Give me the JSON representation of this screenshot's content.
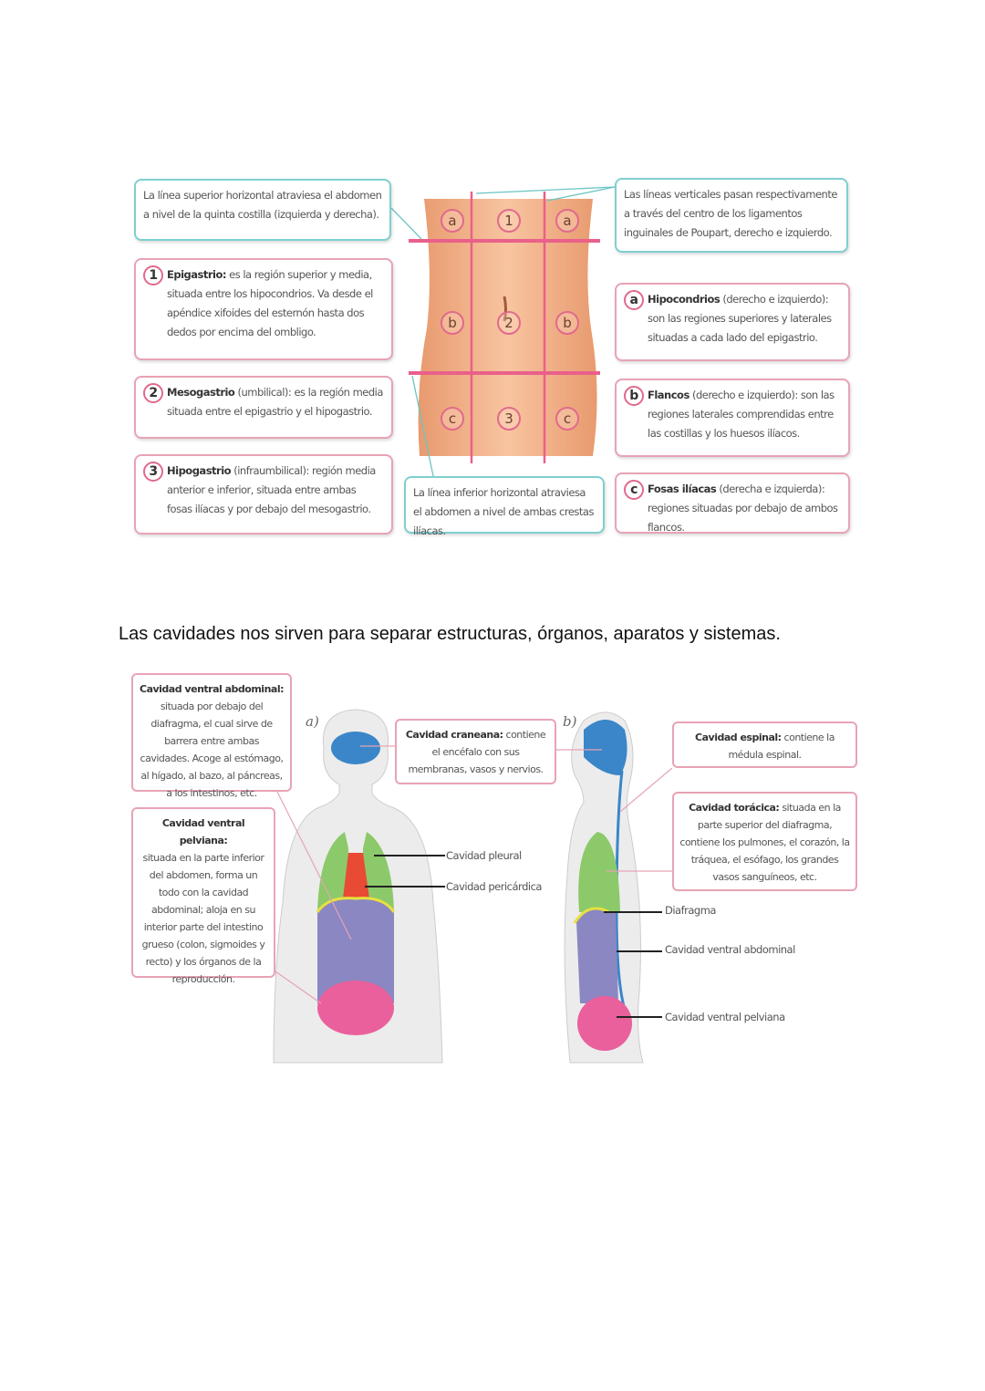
{
  "regions": {
    "upper_line_note": "La línea superior horizontal atraviesa el abdomen a nivel de la quinta costilla (izquierda y derecha).",
    "vertical_lines_note": "Las líneas verticales pasan respectivamente a través del centro de los ligamentos inguinales de Poupart, derecho e izquierdo.",
    "lower_line_note": "La línea inferior horizontal atraviesa el abdomen a nivel de ambas crestas ilíacas.",
    "left": [
      {
        "marker": "1",
        "term": "Epigastrio:",
        "desc": " es la región superior y media, situada entre los hipocondrios. Va desde el apéndice xifoides del esternón hasta dos dedos por encima del ombligo."
      },
      {
        "marker": "2",
        "term": "Mesogastrio",
        "desc": " (umbilical): es la región media situada entre el epigastrio y el hipogastrio."
      },
      {
        "marker": "3",
        "term": "Hipogastrio",
        "desc": " (infraumbilical): región media anterior e inferior, situada entre ambas fosas ilíacas y por debajo del mesogastrio."
      }
    ],
    "right": [
      {
        "marker": "a",
        "term": "Hipocondrios",
        "desc": " (derecho e izquierdo): son las regiones superiores y laterales situadas a cada lado del epigastrio."
      },
      {
        "marker": "b",
        "term": "Flancos",
        "desc": " (derecho e izquierdo): son las regiones laterales comprendidas entre las costillas y los huesos ilíacos."
      },
      {
        "marker": "c",
        "term": "Fosas ilíacas",
        "desc": " (derecha e izquierda): regiones situadas por debajo de ambos flancos."
      }
    ],
    "grid_labels": [
      "a",
      "1",
      "a",
      "b",
      "2",
      "b",
      "c",
      "3",
      "c"
    ]
  },
  "sentence": "Las cavidades nos sirven para separar estructuras, órganos, aparatos y sistemas.",
  "cavities": {
    "fig_a": "a)",
    "fig_b": "b)",
    "abdominal": {
      "term": "Cavidad ventral abdominal:",
      "desc": "situada por debajo del diafragma, el cual sirve de barrera entre ambas cavidades. Acoge al estómago, al hígado, al bazo, al páncreas, a los intestinos, etc."
    },
    "pelviana": {
      "term": "Cavidad ventral pelviana:",
      "desc": "situada en la parte inferior del abdomen, forma un todo con la cavidad abdominal; aloja en su interior parte del intestino grueso (colon, sigmoides y recto) y los órganos de la reproducción."
    },
    "craneana": {
      "term": "Cavidad craneana:",
      "desc": " contiene el encéfalo con sus membranas, vasos y nervios."
    },
    "espinal": {
      "term": "Cavidad espinal:",
      "desc": " contiene la médula espinal."
    },
    "toracica": {
      "term": "Cavidad torácica:",
      "desc": " situada en la parte superior del diafragma, contiene los pulmones, el corazón, la tráquea, el esófago, los grandes vasos sanguíneos, etc."
    },
    "labels": {
      "pleural": "Cavidad pleural",
      "pericardica": "Cavidad pericárdica",
      "diafragma": "Diafragma",
      "abdominal": "Cavidad ventral abdominal",
      "pelviana": "Cavidad ventral pelviana"
    }
  },
  "colors": {
    "pink_line": "#e9608a",
    "teal": "#7fcfcf",
    "brain": "#3a86c8",
    "lungs": "#8cc96a",
    "heart": "#e84a33",
    "abdomen": "#8a87c2",
    "pelvis": "#e9609c",
    "diaphragm": "#e8e040",
    "skin": "#f4b48a"
  }
}
